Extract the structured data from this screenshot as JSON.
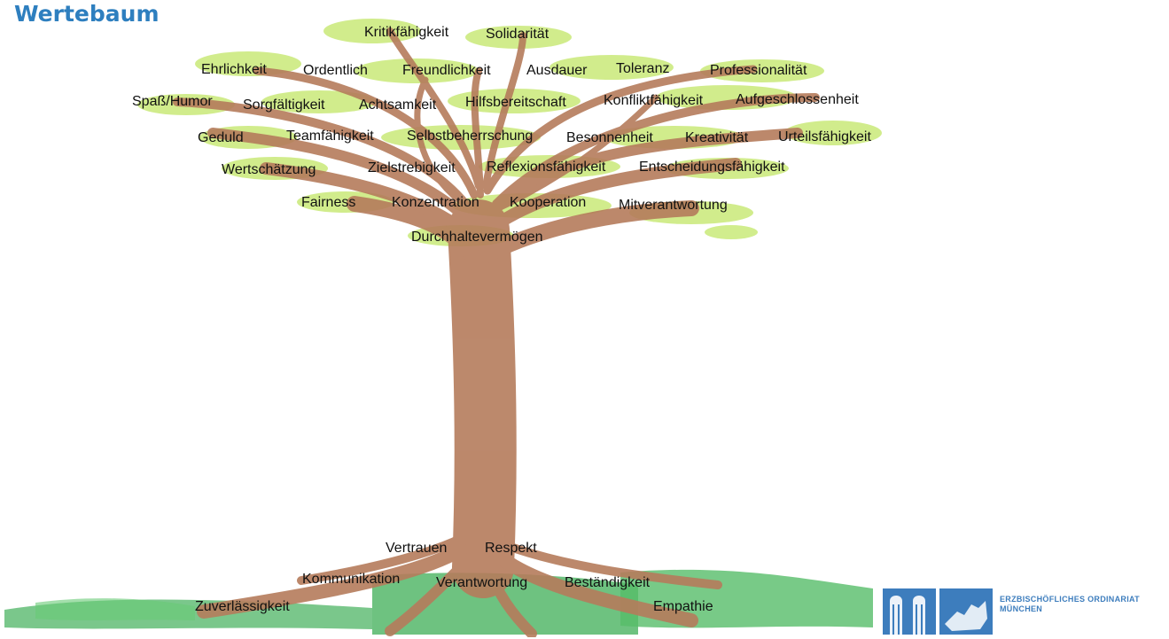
{
  "title": "Wertebaum",
  "crown_values": [
    "Kritikfähigkeit",
    "Solidarität",
    "Ehrlichkeit",
    "Ordentlich",
    "Freundlichkeit",
    "Ausdauer",
    "Toleranz",
    "Professionalität",
    "Spaß/Humor",
    "Sorgfältigkeit",
    "Achtsamkeit",
    "Hilfsbereitschaft",
    "Konfliktfähigkeit",
    "Aufgeschlossenheit",
    "Geduld",
    "Teamfähigkeit",
    "Selbstbeherrschung",
    "Besonnenheit",
    "Kreativität",
    "Urteilsfähigkeit",
    "Wertschätzung",
    "Zielstrebigkeit",
    "Reflexionsfähigkeit",
    "Entscheidungsfähigkeit",
    "Fairness",
    "Konzentration",
    "Kooperation",
    "Mitverantwortung",
    "Durchhaltevermögen"
  ],
  "root_values": [
    "Vertrauen",
    "Respekt",
    "Kommunikation",
    "Verantwortung",
    "Beständigkeit",
    "Zuverlässigkeit",
    "Empathie"
  ],
  "logo": {
    "line1": "ERZBISCHÖFLICHES ORDINARIAT",
    "line2": "MÜNCHEN"
  },
  "colors": {
    "title": "#2e7fbf",
    "trunk": "#b57c5c",
    "leaves": "#c6e870",
    "grass": "#2fa84a",
    "logo": "#3d7dbd"
  }
}
